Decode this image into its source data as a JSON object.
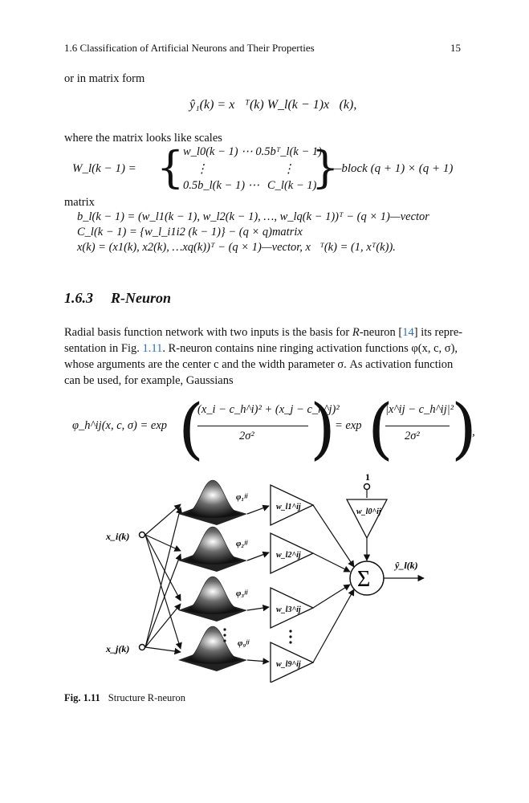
{
  "header": {
    "section": "1.6   Classification of Artificial Neurons and Their Properties",
    "page_number": "15"
  },
  "para1": "or in matrix form",
  "eq1": "ŷ₁(k) = x⃗ᵀ(k) W_l(k − 1)x⃗(k),",
  "para2": "where the matrix looks like scales",
  "matrix": {
    "lhs": "W_l(k − 1)  =",
    "r1c1": "w_l0(k − 1)  ⋯ 0.5bᵀ_l(k − 1)",
    "dots": "⋮",
    "r3c1": "0.5b_l(k − 1) ⋯",
    "r3c2": "C_l(k − 1)",
    "block": "—block  (q + 1) × (q + 1)"
  },
  "para3": "matrix",
  "defs": {
    "b": "b_l(k − 1) = (w_l1(k − 1), w_l2(k − 1), …, w_lq(k − 1))ᵀ − (q × 1)—vector",
    "c": "C_l(k − 1) = {w_l_i1i2 (k − 1)} − (q × q)matrix",
    "x": "x(k) = (x1(k), x2(k), …xq(k))ᵀ − (q × 1)—vector, x⃗ᵀ(k) = (1, xᵀ(k))."
  },
  "section": {
    "number": "1.6.3",
    "title": "R-Neuron"
  },
  "body": {
    "l1a": "Radial basis function network with two inputs is the basis for ",
    "l1b": "R",
    "l1c": "-neuron [",
    "ref": "14",
    "l1d": "] its repre-",
    "l2a": "sentation in Fig. ",
    "figref": "1.11",
    "l2b": ". R-neuron contains nine ringing activation functions φ(x, c, σ),",
    "l3": "whose arguments are the center c and the width parameter σ. As activation function",
    "l4": "can be used, for example, Gaussians"
  },
  "eq2": {
    "lhs": "φ_h^ij(x, c, σ) = exp",
    "num1": "(x_i − c_h^i)² + (x_j − c_h^j)²",
    "den": "2σ²",
    "mid": "= exp",
    "num2": "|x^ij − c_h^ij|²",
    "end": ","
  },
  "figure": {
    "input1": "x_i(k)",
    "input2": "x_j(k)",
    "bias": "1",
    "phi1": "φ₁ʲʲ",
    "phi2": "φ₂ʲʲ",
    "phi3": "φ₃ʲʲ",
    "phi9": "φ₉ʲʲ",
    "w1": "w_l1^ij",
    "w2": "w_l2^ij",
    "w3": "w_l3^ij",
    "w9": "w_l9^ij",
    "w0": "w_l0^ij",
    "sum": "Σ",
    "output": "ŷ_l(k)"
  },
  "caption": {
    "label": "Fig. 1.11",
    "text": "Structure R-neuron"
  }
}
